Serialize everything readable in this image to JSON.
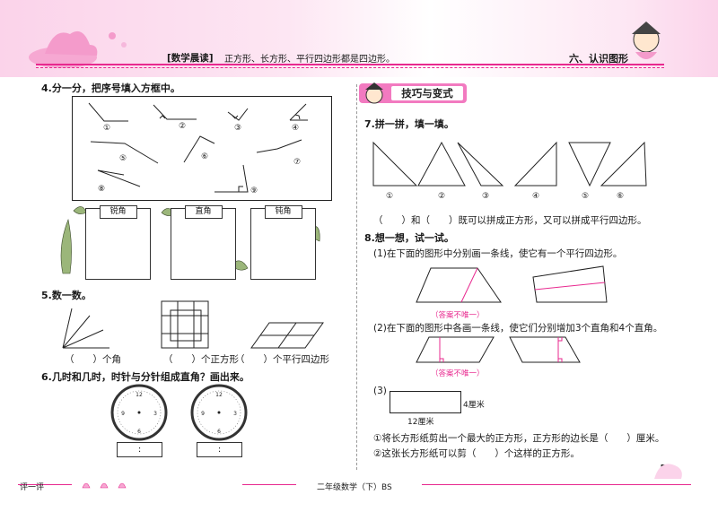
{
  "header": {
    "reading_tag": "[数学晨读]",
    "reading_text": "正方形、长方形、平行四边形都是四边形。",
    "section": "六、认识图形"
  },
  "q4": {
    "title": "4.分一分，把序号填入方框中。",
    "angle_labels": [
      "①",
      "②",
      "③",
      "④",
      "⑤",
      "⑥",
      "⑦",
      "⑧",
      "⑨"
    ],
    "boxes": [
      "锐角",
      "直角",
      "钝角"
    ]
  },
  "q5": {
    "title": "5.数一数。",
    "answers": [
      "（　　）个角",
      "（　　）个正方形",
      "（　　）个平行四边形"
    ]
  },
  "q6": {
    "title": "6.几时和几时，时针与分针组成直角？画出来。",
    "clock_colons": [
      ":",
      ":"
    ]
  },
  "banner": "技巧与变式",
  "q7": {
    "title": "7.拼一拼，填一填。",
    "triangle_labels": [
      "①",
      "②",
      "③",
      "④",
      "⑤",
      "⑥"
    ],
    "sentence": "（　　）和（　　）既可以拼成正方形，又可以拼成平行四边形。"
  },
  "q8": {
    "title": "8.想一想，试一试。",
    "part1": "(1)在下面的图形中分别画一条线，使它有一个平行四边形。",
    "note1": "（答案不唯一）",
    "part2": "(2)在下面的图形中各画一条线，使它们分别增加3个直角和4个直角。",
    "note2": "（答案不唯一）",
    "part3": "(3)",
    "width_label": "4厘米",
    "length_label": "12厘米",
    "q3a": "①将长方形纸剪出一个最大的正方形，正方形的边长是（　　）厘米。",
    "q3b": "②这张长方形纸可以剪（　　）个这样的正方形。"
  },
  "footer": {
    "evaluate": "评一评",
    "book": "二年级数学（下）BS",
    "page": "53"
  }
}
